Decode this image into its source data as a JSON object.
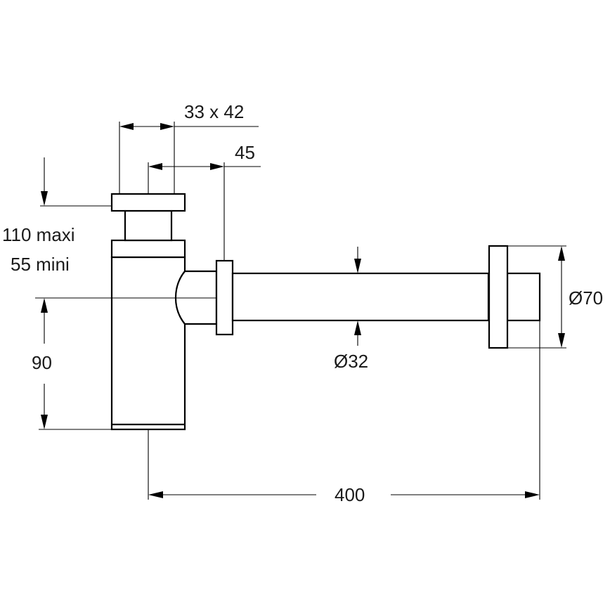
{
  "dimensions": {
    "outlet_size": "33 x 42",
    "spigot_offset": "45",
    "height_adjust_max": "110 maxi",
    "height_adjust_min": "55 mini",
    "body_height": "90",
    "pipe_diameter": "Ø32",
    "flange_diameter": "Ø70",
    "total_length": "400"
  },
  "colors": {
    "line": "#000000",
    "text": "#1a1a1a",
    "background": "#ffffff"
  }
}
